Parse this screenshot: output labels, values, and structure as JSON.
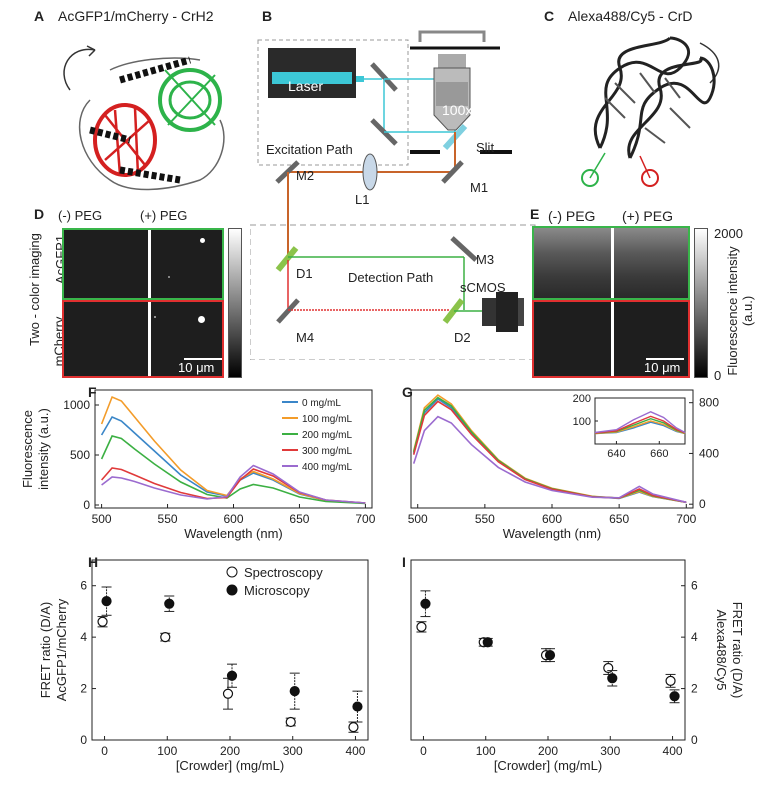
{
  "panels": {
    "A": {
      "label": "A",
      "title": "AcGFP1/mCherry - CrH2"
    },
    "B": {
      "label": "B",
      "laser": "Laser",
      "objective": "100x",
      "slit": "Slit",
      "excitation": "Excitation Path",
      "detection": "Detection Path",
      "camera": "sCMOS",
      "M1": "M1",
      "M2": "M2",
      "M3": "M3",
      "M4": "M4",
      "L1": "L1",
      "D1": "D1",
      "D2": "D2"
    },
    "C": {
      "label": "C",
      "title": "Alexa488/Cy5 - CrD"
    },
    "D": {
      "label": "D",
      "minus": "(-) PEG",
      "plus": "(+) PEG",
      "side": "Two - color imaging",
      "row1": "AcGFP1",
      "row2": "mCherry",
      "scale": "10 μm"
    },
    "E": {
      "label": "E",
      "minus": "(-) PEG",
      "plus": "(+) PEG",
      "scale": "10 μm",
      "cbar_top": "2000",
      "cbar_bottom": "0",
      "cbar_label": "Fluorescence intensity (a.u.)"
    },
    "F": {
      "label": "F"
    },
    "G": {
      "label": "G"
    },
    "H": {
      "label": "H"
    },
    "I": {
      "label": "I"
    }
  },
  "colors": {
    "s0": "#3a86c8",
    "s100": "#f39c2a",
    "s200": "#3cb043",
    "s300": "#e03a3a",
    "s400": "#9b6bcf",
    "green": "#39b54a",
    "red": "#e03030",
    "cyan": "#3cc7d6",
    "orange": "#c8642a"
  },
  "chart_data": [
    {
      "id": "F",
      "type": "line",
      "xlabel": "Wavelength (nm)",
      "ylabel": "Fluorescence intensity (a.u.)",
      "xlim": [
        495,
        705
      ],
      "ylim": [
        -30,
        1150
      ],
      "xticks": [
        500,
        550,
        600,
        650,
        700
      ],
      "yticks": [
        0,
        500,
        1000
      ],
      "legend": "top-right",
      "series": [
        {
          "name": "0 mg/mL",
          "color": "#3a86c8",
          "points": [
            [
              500,
              700
            ],
            [
              508,
              880
            ],
            [
              515,
              840
            ],
            [
              525,
              720
            ],
            [
              540,
              540
            ],
            [
              560,
              300
            ],
            [
              580,
              130
            ],
            [
              595,
              90
            ],
            [
              605,
              250
            ],
            [
              615,
              320
            ],
            [
              630,
              250
            ],
            [
              650,
              110
            ],
            [
              670,
              45
            ],
            [
              700,
              20
            ]
          ]
        },
        {
          "name": "100 mg/mL",
          "color": "#f39c2a",
          "points": [
            [
              500,
              810
            ],
            [
              508,
              1080
            ],
            [
              515,
              1040
            ],
            [
              525,
              880
            ],
            [
              540,
              640
            ],
            [
              560,
              350
            ],
            [
              580,
              145
            ],
            [
              595,
              95
            ],
            [
              605,
              260
            ],
            [
              615,
              335
            ],
            [
              630,
              260
            ],
            [
              650,
              115
            ],
            [
              670,
              45
            ],
            [
              700,
              20
            ]
          ]
        },
        {
          "name": "200 mg/mL",
          "color": "#3cb043",
          "points": [
            [
              500,
              460
            ],
            [
              508,
              690
            ],
            [
              515,
              665
            ],
            [
              525,
              560
            ],
            [
              540,
              410
            ],
            [
              560,
              230
            ],
            [
              580,
              105
            ],
            [
              595,
              70
            ],
            [
              605,
              160
            ],
            [
              615,
              205
            ],
            [
              630,
              170
            ],
            [
              650,
              80
            ],
            [
              670,
              35
            ],
            [
              700,
              15
            ]
          ]
        },
        {
          "name": "300 mg/mL",
          "color": "#e03a3a",
          "points": [
            [
              500,
              250
            ],
            [
              508,
              370
            ],
            [
              515,
              355
            ],
            [
              525,
              300
            ],
            [
              540,
              215
            ],
            [
              560,
              125
            ],
            [
              580,
              65
            ],
            [
              595,
              75
            ],
            [
              605,
              250
            ],
            [
              615,
              360
            ],
            [
              630,
              290
            ],
            [
              650,
              125
            ],
            [
              670,
              50
            ],
            [
              700,
              20
            ]
          ]
        },
        {
          "name": "400 mg/mL",
          "color": "#9b6bcf",
          "points": [
            [
              500,
              200
            ],
            [
              508,
              280
            ],
            [
              515,
              270
            ],
            [
              525,
              235
            ],
            [
              540,
              170
            ],
            [
              560,
              100
            ],
            [
              580,
              60
            ],
            [
              595,
              85
            ],
            [
              605,
              280
            ],
            [
              615,
              395
            ],
            [
              630,
              310
            ],
            [
              650,
              130
            ],
            [
              670,
              50
            ],
            [
              700,
              20
            ]
          ]
        }
      ]
    },
    {
      "id": "G",
      "type": "line",
      "xlabel": "Wavelength (nm)",
      "xlim": [
        495,
        705
      ],
      "ylim": [
        -30,
        900
      ],
      "xticks": [
        500,
        550,
        600,
        650,
        700
      ],
      "yticks": [
        0,
        400,
        800
      ],
      "series": [
        {
          "name": "0 mg/mL",
          "color": "#3a86c8",
          "points": [
            [
              497,
              400
            ],
            [
              505,
              720
            ],
            [
              515,
              830
            ],
            [
              525,
              760
            ],
            [
              540,
              560
            ],
            [
              560,
              340
            ],
            [
              580,
              200
            ],
            [
              600,
              120
            ],
            [
              630,
              60
            ],
            [
              650,
              45
            ],
            [
              665,
              95
            ],
            [
              675,
              60
            ],
            [
              700,
              15
            ]
          ]
        },
        {
          "name": "100 mg/mL",
          "color": "#f39c2a",
          "points": [
            [
              497,
              420
            ],
            [
              505,
              760
            ],
            [
              515,
              860
            ],
            [
              525,
              790
            ],
            [
              540,
              580
            ],
            [
              560,
              350
            ],
            [
              580,
              205
            ],
            [
              600,
              125
            ],
            [
              630,
              62
            ],
            [
              650,
              47
            ],
            [
              665,
              100
            ],
            [
              675,
              62
            ],
            [
              700,
              15
            ]
          ]
        },
        {
          "name": "200 mg/mL",
          "color": "#3cb043",
          "points": [
            [
              497,
              410
            ],
            [
              505,
              740
            ],
            [
              515,
              840
            ],
            [
              525,
              775
            ],
            [
              540,
              570
            ],
            [
              560,
              345
            ],
            [
              580,
              200
            ],
            [
              600,
              122
            ],
            [
              630,
              60
            ],
            [
              650,
              48
            ],
            [
              665,
              110
            ],
            [
              675,
              66
            ],
            [
              700,
              15
            ]
          ]
        },
        {
          "name": "300 mg/mL",
          "color": "#e03a3a",
          "points": [
            [
              497,
              390
            ],
            [
              505,
              700
            ],
            [
              515,
              810
            ],
            [
              525,
              745
            ],
            [
              540,
              550
            ],
            [
              560,
              335
            ],
            [
              580,
              195
            ],
            [
              600,
              118
            ],
            [
              630,
              58
            ],
            [
              650,
              48
            ],
            [
              665,
              120
            ],
            [
              675,
              70
            ],
            [
              700,
              15
            ]
          ]
        },
        {
          "name": "400 mg/mL",
          "color": "#9b6bcf",
          "points": [
            [
              497,
              320
            ],
            [
              505,
              580
            ],
            [
              515,
              690
            ],
            [
              525,
              640
            ],
            [
              540,
              470
            ],
            [
              560,
              290
            ],
            [
              580,
              175
            ],
            [
              600,
              108
            ],
            [
              630,
              55
            ],
            [
              650,
              50
            ],
            [
              665,
              140
            ],
            [
              675,
              80
            ],
            [
              700,
              15
            ]
          ]
        }
      ],
      "inset": {
        "xlim": [
          630,
          672
        ],
        "ylim": [
          0,
          200
        ],
        "xticks": [
          640,
          660
        ],
        "yticks": [
          100,
          200
        ],
        "series": [
          {
            "color": "#3a86c8",
            "points": [
              [
                630,
                45
              ],
              [
                640,
                50
              ],
              [
                648,
                70
              ],
              [
                656,
                95
              ],
              [
                662,
                80
              ],
              [
                668,
                55
              ],
              [
                672,
                45
              ]
            ]
          },
          {
            "color": "#f39c2a",
            "points": [
              [
                630,
                45
              ],
              [
                640,
                52
              ],
              [
                648,
                75
              ],
              [
                656,
                100
              ],
              [
                662,
                85
              ],
              [
                668,
                57
              ],
              [
                672,
                45
              ]
            ]
          },
          {
            "color": "#3cb043",
            "points": [
              [
                630,
                47
              ],
              [
                640,
                55
              ],
              [
                648,
                82
              ],
              [
                656,
                110
              ],
              [
                662,
                92
              ],
              [
                668,
                60
              ],
              [
                672,
                47
              ]
            ]
          },
          {
            "color": "#e03a3a",
            "points": [
              [
                630,
                48
              ],
              [
                640,
                57
              ],
              [
                648,
                90
              ],
              [
                656,
                120
              ],
              [
                662,
                100
              ],
              [
                668,
                63
              ],
              [
                672,
                48
              ]
            ]
          },
          {
            "color": "#9b6bcf",
            "points": [
              [
                630,
                50
              ],
              [
                640,
                62
              ],
              [
                648,
                105
              ],
              [
                656,
                140
              ],
              [
                662,
                115
              ],
              [
                668,
                70
              ],
              [
                672,
                50
              ]
            ]
          }
        ]
      }
    },
    {
      "id": "H",
      "type": "scatter",
      "xlabel": "[Crowder] (mg/mL)",
      "ylabel": "FRET ratio (D/A) AcGFP1/mCherry",
      "xlim": [
        -20,
        420
      ],
      "ylim": [
        0,
        7
      ],
      "xticks": [
        0,
        100,
        200,
        300,
        400
      ],
      "yticks": [
        0,
        2,
        4,
        6
      ],
      "legend": "top-right",
      "series": [
        {
          "name": "Spectroscopy",
          "marker": "open",
          "x": [
            0,
            100,
            200,
            300,
            400
          ],
          "y": [
            4.6,
            4.0,
            1.8,
            0.7,
            0.5
          ],
          "err": [
            0.2,
            0.15,
            0.6,
            0.15,
            0.2
          ]
        },
        {
          "name": "Microscopy",
          "marker": "filled",
          "x": [
            0,
            100,
            200,
            300,
            400
          ],
          "y": [
            5.4,
            5.3,
            2.5,
            1.9,
            1.3
          ],
          "err": [
            0.55,
            0.3,
            0.45,
            0.7,
            0.6
          ]
        }
      ]
    },
    {
      "id": "I",
      "type": "scatter",
      "xlabel": "[Crowder] (mg/mL)",
      "ylabel": "FRET ratio (D/A) Alexa488/Cy5",
      "xlim": [
        -20,
        420
      ],
      "ylim": [
        0,
        7
      ],
      "xticks": [
        0,
        100,
        200,
        300,
        400
      ],
      "yticks": [
        0,
        2,
        4,
        6
      ],
      "series": [
        {
          "name": "Spectroscopy",
          "marker": "open",
          "x": [
            0,
            100,
            200,
            300,
            400
          ],
          "y": [
            4.4,
            3.8,
            3.3,
            2.8,
            2.3
          ],
          "err": [
            0.2,
            0.15,
            0.25,
            0.25,
            0.25
          ]
        },
        {
          "name": "Microscopy",
          "marker": "filled",
          "x": [
            0,
            100,
            200,
            300,
            400
          ],
          "y": [
            5.3,
            3.8,
            3.3,
            2.4,
            1.7
          ],
          "err": [
            0.5,
            0.15,
            0.25,
            0.3,
            0.25
          ]
        }
      ]
    }
  ]
}
